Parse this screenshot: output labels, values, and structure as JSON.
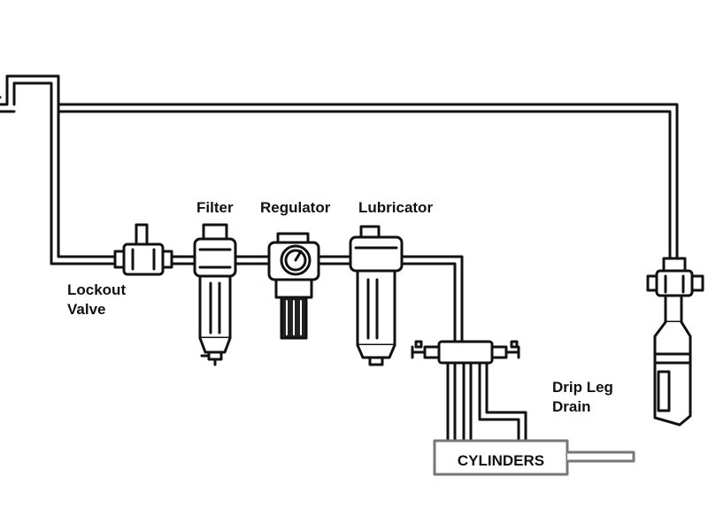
{
  "labels": {
    "filter": "Filter",
    "regulator": "Regulator",
    "lubricator": "Lubricator",
    "lockout_valve": [
      "Lockout",
      "Valve"
    ],
    "drip_leg_drain": [
      "Drip Leg",
      "Drain"
    ],
    "cylinders": "CYLINDERS"
  },
  "colors": {
    "line": "#111111",
    "body_fill": "#ffffff",
    "dark_fill": "#222222",
    "box_stroke": "#777777"
  }
}
